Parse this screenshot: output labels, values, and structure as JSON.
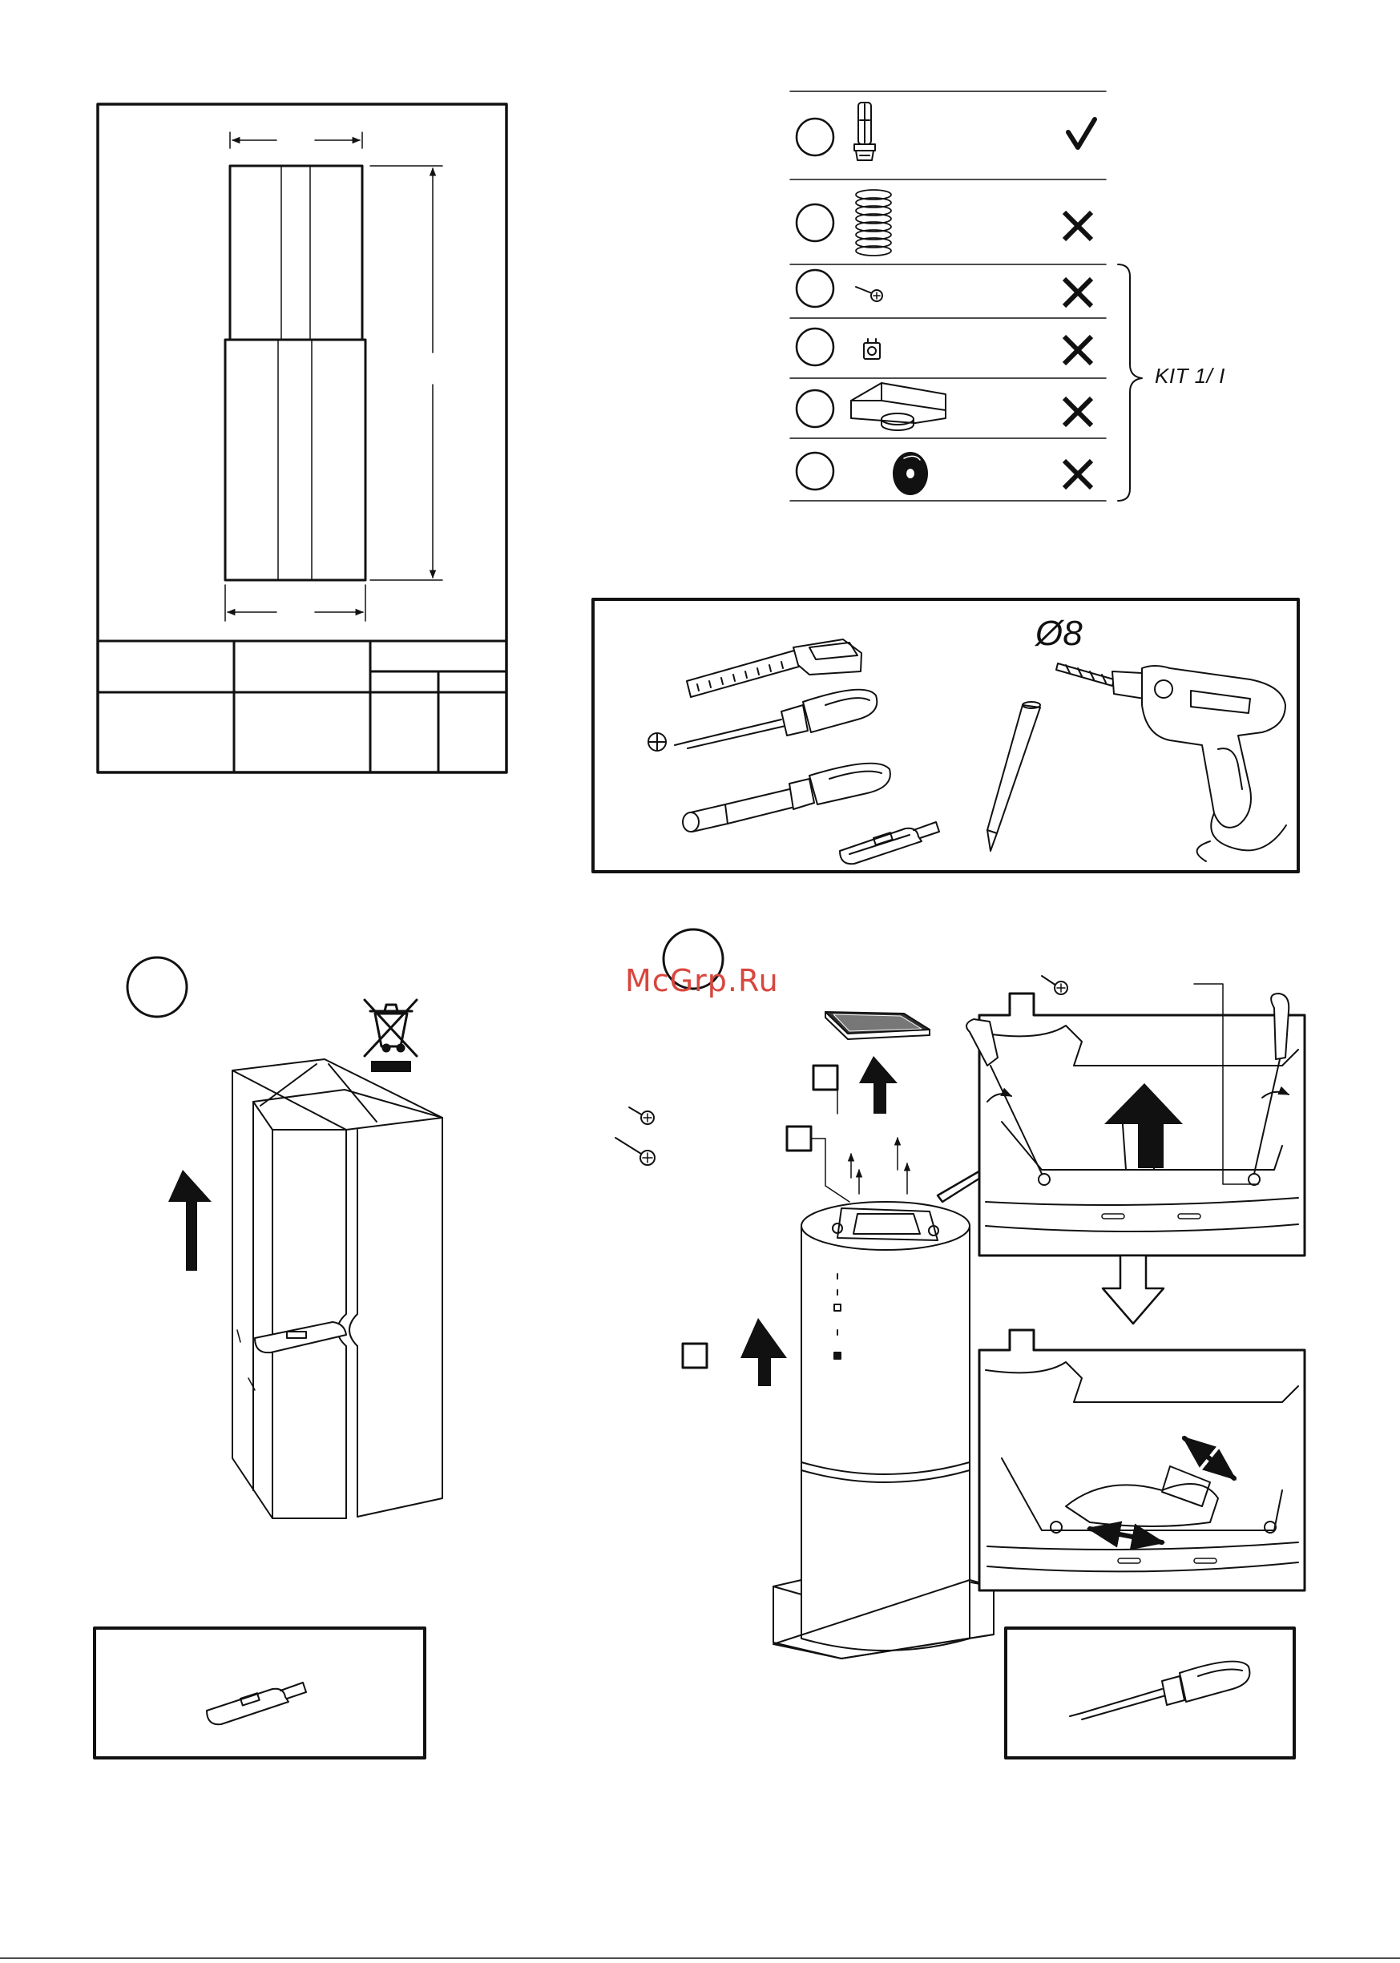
{
  "accessories": {
    "kit_label": "KIT 1/ I",
    "rows": [
      {
        "item": "anchor-bolt",
        "status": "included",
        "mark": "✔"
      },
      {
        "item": "flexible-duct",
        "status": "not-included",
        "mark": "✕"
      },
      {
        "item": "screw",
        "status": "not-included",
        "mark": "✕"
      },
      {
        "item": "cage-nut",
        "status": "not-included",
        "mark": "✕"
      },
      {
        "item": "duct-adapter",
        "status": "not-included",
        "mark": "✕"
      },
      {
        "item": "carbon-filter",
        "status": "not-included",
        "mark": "✕"
      }
    ]
  },
  "tools": {
    "drill_diameter": "Ø8",
    "items": [
      "tape-measure-icon",
      "phillips-screwdriver-icon",
      "nut-driver-icon",
      "cutter-knife-icon",
      "pencil-icon",
      "power-drill-icon"
    ]
  },
  "watermark": "McGrp.Ru",
  "colors": {
    "ink": "#111111",
    "paper": "#ffffff",
    "watermark": "#d8463e"
  }
}
